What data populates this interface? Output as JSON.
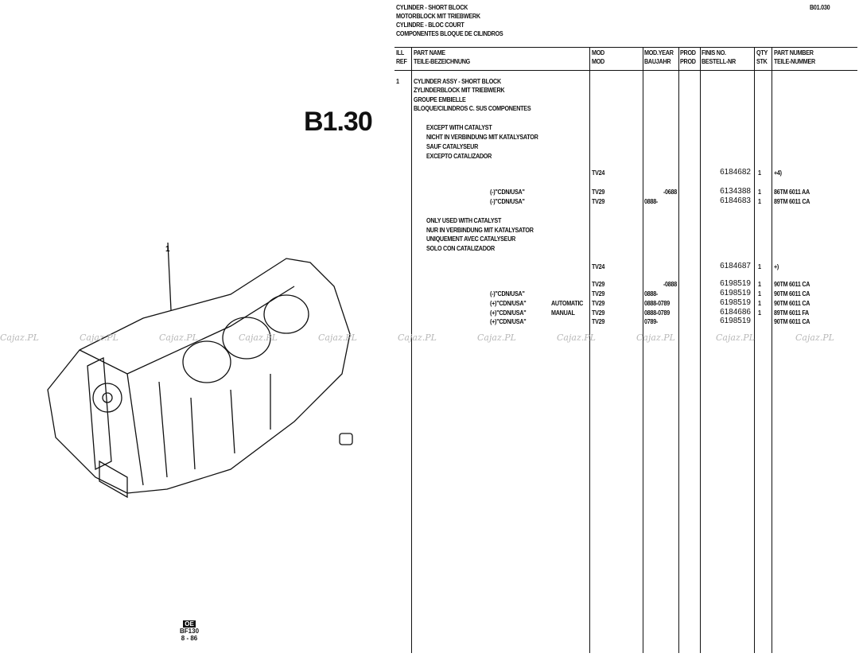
{
  "header": {
    "titles": [
      "CYLINDER - SHORT BLOCK",
      "MOTORBLOCK MIT TRIEBWERK",
      "CYLINDRE - BLOC COURT",
      "COMPONENTES BLOQUE DE CILINDROS"
    ],
    "page_code": "B01.030"
  },
  "section_label": "B1.30",
  "columns": {
    "ill": [
      "ILL",
      "REF"
    ],
    "name": [
      "PART NAME",
      "TEILE-BEZEICHNUNG"
    ],
    "mod": [
      "MOD",
      "MOD"
    ],
    "year": [
      "MOD.YEAR",
      "BAUJAHR"
    ],
    "prod": [
      "PROD",
      "PROD"
    ],
    "finis": [
      "FINIS NO.",
      "BESTELL-NR"
    ],
    "qty": [
      "QTY",
      "STK"
    ],
    "part": [
      "PART NUMBER",
      "TEILE-NUMMER"
    ]
  },
  "rows": [
    {
      "ref": "1",
      "desc": "CYLINDER ASSY - SHORT BLOCK"
    },
    {
      "desc": "ZYLINDERBLOCK MIT TRIEBWERK"
    },
    {
      "desc": "GROUPE EMBIELLE"
    },
    {
      "desc": "BLOQUE/CILINDROS C. SUS COMPONENTES"
    },
    {
      "note": "EXCEPT WITH CATALYST"
    },
    {
      "note": "NICHT IN VERBINDUNG MIT KATALYSATOR"
    },
    {
      "note": "SAUF CATALYSEUR"
    },
    {
      "note": "EXCEPTO CATALIZADOR"
    },
    {
      "mod": "TV24",
      "finis": "6184682",
      "qty": "1",
      "part": "+4)"
    },
    {
      "variant": "(-)\"CDN/USA\"",
      "mod": "TV29",
      "year_to": "-0688",
      "finis": "6134388",
      "qty": "1",
      "part": "86TM 6011 AA"
    },
    {
      "variant": "(-)\"CDN/USA\"",
      "mod": "TV29",
      "year_from": "0888-",
      "finis": "6184683",
      "qty": "1",
      "part": "89TM 6011 CA"
    },
    {
      "note": "ONLY USED WITH CATALYST"
    },
    {
      "note": "NUR IN VERBINDUNG MIT KATALYSATOR"
    },
    {
      "note": "UNIQUEMENT AVEC CATALYSEUR"
    },
    {
      "note": "SOLO CON CATALIZADOR"
    },
    {
      "mod": "TV24",
      "finis": "6184687",
      "qty": "1",
      "part": "+)"
    },
    {
      "mod": "TV29",
      "year_to": "-0888",
      "finis": "6198519",
      "qty": "1",
      "part": "90TM 6011 CA"
    },
    {
      "variant": "(-)\"CDN/USA\"",
      "mod": "TV29",
      "year_from": "0888-",
      "finis": "6198519",
      "qty": "1",
      "part": "90TM 6011 CA"
    },
    {
      "variant": "(+)\"CDN/USA\"",
      "trans": "AUTOMATIC",
      "mod": "TV29",
      "year_from": "0888-0789",
      "finis": "6198519",
      "qty": "1",
      "part": "90TM 6011 CA"
    },
    {
      "variant": "(+)\"CDN/USA\"",
      "trans": "MANUAL",
      "mod": "TV29",
      "year_from": "0888-0789",
      "finis": "6184686",
      "qty": "1",
      "part": "89TM 6011 FA"
    },
    {
      "variant": "(+)\"CDN/USA\"",
      "mod": "TV29",
      "year_from": "0789-",
      "finis": "6198519",
      "part": "90TM 6011 CA"
    }
  ],
  "illustration": {
    "callout": "1"
  },
  "stamp": {
    "logo": "OE",
    "code": "BF130",
    "date": "8 - 86"
  },
  "watermark": "Cajaz.PL"
}
